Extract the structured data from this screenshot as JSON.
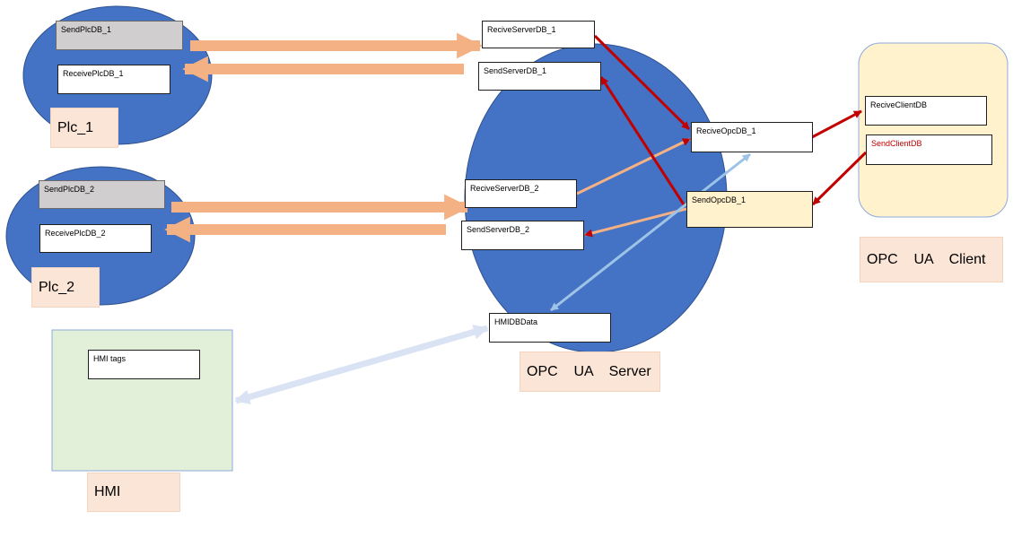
{
  "plc1": {
    "label": "Plc_1",
    "send_db": "SendPlcDB_1",
    "receive_db": "ReceivePlcDB_1"
  },
  "plc2": {
    "label": "Plc_2",
    "send_db": "SendPlcDB_2",
    "receive_db": "ReceivePlcDB_2"
  },
  "server": {
    "label": "OPC    UA    Server",
    "recive_server_db_1": "ReciveServerDB_1",
    "send_server_db_1": "SendServerDB_1",
    "recive_server_db_2": "ReciveServerDB_2",
    "send_server_db_2": "SendServerDB_2",
    "recive_opc_db_1": "ReciveOpcDB_1",
    "send_opc_db_1": "SendOpcDB_1",
    "hmi_db_data": "HMIDBData"
  },
  "client": {
    "label": "OPC    UA    Client",
    "recive_client_db": "ReciveClientDB",
    "send_client_db": "SendClientDB"
  },
  "hmi": {
    "label": "HMI",
    "tags": "HMI tags"
  },
  "colors": {
    "node_blue": "#4472c4",
    "salmon_arrow": "#f4b183",
    "dark_red_arrow": "#c00000",
    "light_blue_arrow": "#9dc3e6",
    "pale_blue_arrow": "#dae3f3",
    "client_fill": "#fff2cc",
    "hmi_fill": "#e2f0d9",
    "label_fill": "#fbe5d6"
  }
}
